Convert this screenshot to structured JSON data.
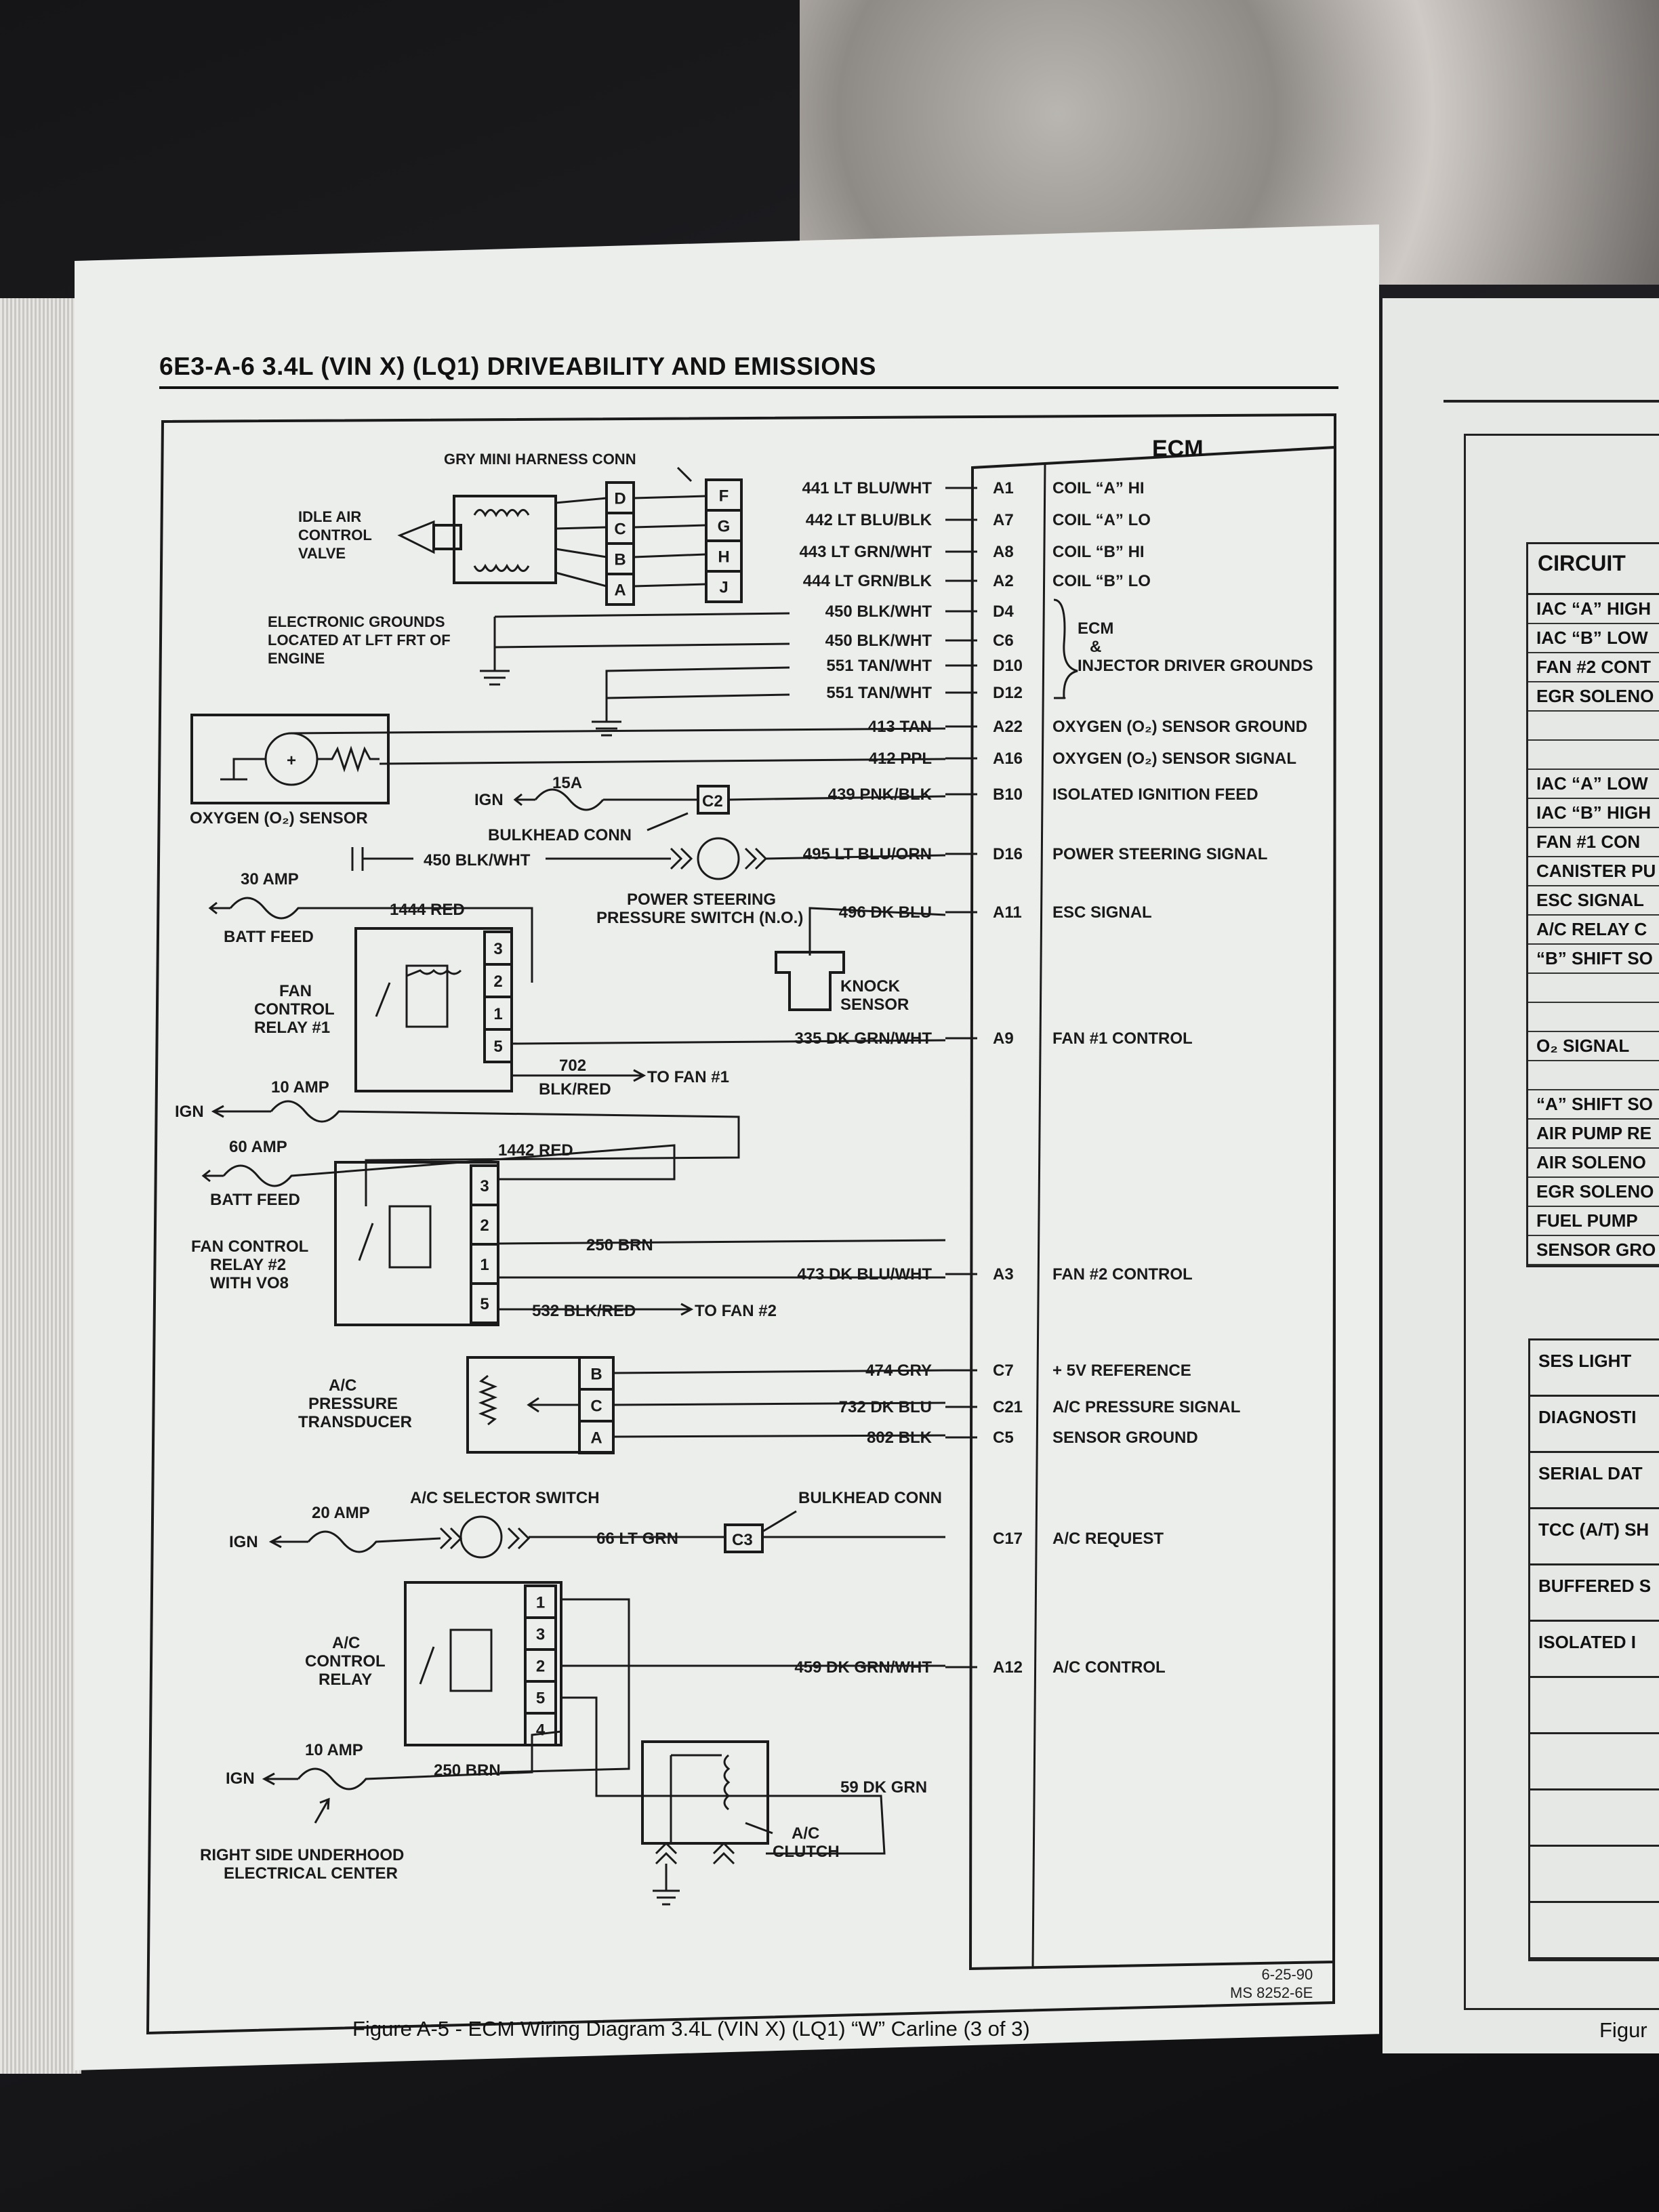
{
  "header": {
    "title": "6E3-A-6  3.4L  (VIN X)  (LQ1)  DRIVEABILITY AND EMISSIONS"
  },
  "ecm_title": "ECM",
  "components": {
    "gry_mini_harness": "GRY MINI HARNESS CONN",
    "idle_air": [
      "IDLE AIR",
      "CONTROL",
      "VALVE"
    ],
    "electronic_grounds": [
      "ELECTRONIC GROUNDS",
      "LOCATED AT LFT FRT OF",
      "ENGINE"
    ],
    "oxygen_sensor": "OXYGEN (O₂) SENSOR",
    "ign": "IGN",
    "fuse_15a": "15A",
    "c2": "C2",
    "bulkhead_conn": "BULKHEAD CONN",
    "power_steering": [
      "POWER STEERING",
      "PRESSURE SWITCH (N.O.)"
    ],
    "amp_30": "30 AMP",
    "batt_feed": "BATT FEED",
    "fan_relay_1": [
      "FAN",
      "CONTROL",
      "RELAY #1"
    ],
    "knock_sensor": [
      "KNOCK",
      "SENSOR"
    ],
    "amp_10": "10 AMP",
    "amp_60": "60 AMP",
    "fan_relay_2": [
      "FAN CONTROL",
      "RELAY #2",
      "WITH VO8"
    ],
    "ac_transducer": [
      "A/C",
      "PRESSURE",
      "TRANSDUCER"
    ],
    "amp_20": "20 AMP",
    "ac_selector": "A/C SELECTOR SWITCH",
    "c3": "C3",
    "ac_relay": [
      "A/C",
      "CONTROL",
      "RELAY"
    ],
    "ac_clutch": [
      "A/C",
      "CLUTCH"
    ],
    "right_side": [
      "RIGHT SIDE UNDERHOOD",
      "ELECTRICAL CENTER"
    ],
    "to_fan_1": "TO FAN #1",
    "to_fan_2": "TO FAN #2",
    "w_702": [
      "702",
      "BLK/RED"
    ],
    "w_1444": "1444 RED",
    "w_1442": "1442 RED",
    "w_250_1": "250 BRN",
    "w_250_2": "250 BRN",
    "w_450_ps": "450 BLK/WHT",
    "w_532": "532 BLK/RED",
    "w_66": "66 LT GRN",
    "w_59": "59 DK GRN"
  },
  "iac_pins_left": [
    "D",
    "C",
    "B",
    "A"
  ],
  "iac_pins_right": [
    "F",
    "G",
    "H",
    "J"
  ],
  "relay1_pins": [
    "3",
    "2",
    "1",
    "5"
  ],
  "relay2_pins": [
    "3",
    "2",
    "1",
    "5"
  ],
  "trans_pins": [
    "B",
    "C",
    "A"
  ],
  "acrelay_pins": [
    "1",
    "3",
    "2",
    "5",
    "4"
  ],
  "ecm_rows": [
    {
      "wire": "441 LT BLU/WHT",
      "pin": "A1",
      "func": "COIL “A” HI"
    },
    {
      "wire": "442 LT BLU/BLK",
      "pin": "A7",
      "func": "COIL “A” LO"
    },
    {
      "wire": "443 LT GRN/WHT",
      "pin": "A8",
      "func": "COIL “B” HI"
    },
    {
      "wire": "444 LT GRN/BLK",
      "pin": "A2",
      "func": "COIL “B” LO"
    },
    {
      "wire": "450 BLK/WHT",
      "pin": "D4",
      "func": ""
    },
    {
      "wire": "450 BLK/WHT",
      "pin": "C6",
      "func": ""
    },
    {
      "wire": "551 TAN/WHT",
      "pin": "D10",
      "func": ""
    },
    {
      "wire": "551 TAN/WHT",
      "pin": "D12",
      "func": ""
    },
    {
      "wire": "413 TAN",
      "pin": "A22",
      "func": "OXYGEN (O₂) SENSOR GROUND"
    },
    {
      "wire": "412 PPL",
      "pin": "A16",
      "func": "OXYGEN (O₂) SENSOR SIGNAL"
    },
    {
      "wire": "439 PNK/BLK",
      "pin": "B10",
      "func": "ISOLATED IGNITION FEED"
    },
    {
      "wire": "495 LT BLU/ORN",
      "pin": "D16",
      "func": "POWER STEERING SIGNAL"
    },
    {
      "wire": "496 DK BLU",
      "pin": "A11",
      "func": "ESC SIGNAL"
    },
    {
      "wire": "335 DK GRN/WHT",
      "pin": "A9",
      "func": "FAN #1 CONTROL"
    },
    {
      "wire": "473 DK BLU/WHT",
      "pin": "A3",
      "func": "FAN #2 CONTROL"
    },
    {
      "wire": "474 GRY",
      "pin": "C7",
      "func": "+ 5V REFERENCE"
    },
    {
      "wire": "732 DK BLU",
      "pin": "C21",
      "func": "A/C PRESSURE SIGNAL"
    },
    {
      "wire": "802 BLK",
      "pin": "C5",
      "func": "SENSOR GROUND"
    },
    {
      "wire": "",
      "pin": "C17",
      "func": "A/C REQUEST"
    },
    {
      "wire": "459 DK GRN/WHT",
      "pin": "A12",
      "func": "A/C CONTROL"
    }
  ],
  "ecm_ground_brace": [
    "ECM",
    "&",
    "INJECTOR DRIVER GROUNDS"
  ],
  "date_code": [
    "6-25-90",
    "MS 8252-6E"
  ],
  "caption": "Figure A-5 - ECM Wiring Diagram  3.4L  (VIN X)  (LQ1)  “W”  Carline  (3 of 3)",
  "right_page": {
    "header": "CIRCUIT",
    "rows1": [
      "IAC “A” HIGH",
      "IAC “B” LOW",
      "FAN #2 CONT",
      "EGR SOLENO",
      "",
      "",
      "IAC “A” LOW",
      "IAC “B” HIGH",
      "FAN #1 CON",
      "CANISTER PU",
      "ESC SIGNAL",
      "A/C RELAY C",
      "“B” SHIFT SO",
      "",
      "",
      "O₂ SIGNAL",
      "",
      "“A” SHIFT SO",
      "AIR PUMP RE",
      "AIR SOLENO",
      "EGR SOLENO",
      "FUEL PUMP",
      "SENSOR GRO"
    ],
    "rows2": [
      "SES LIGHT",
      "DIAGNOSTI",
      "SERIAL DAT",
      "TCC (A/T) SH",
      "BUFFERED S",
      "ISOLATED I",
      "",
      "",
      "",
      "",
      ""
    ],
    "caption": "Figur"
  }
}
